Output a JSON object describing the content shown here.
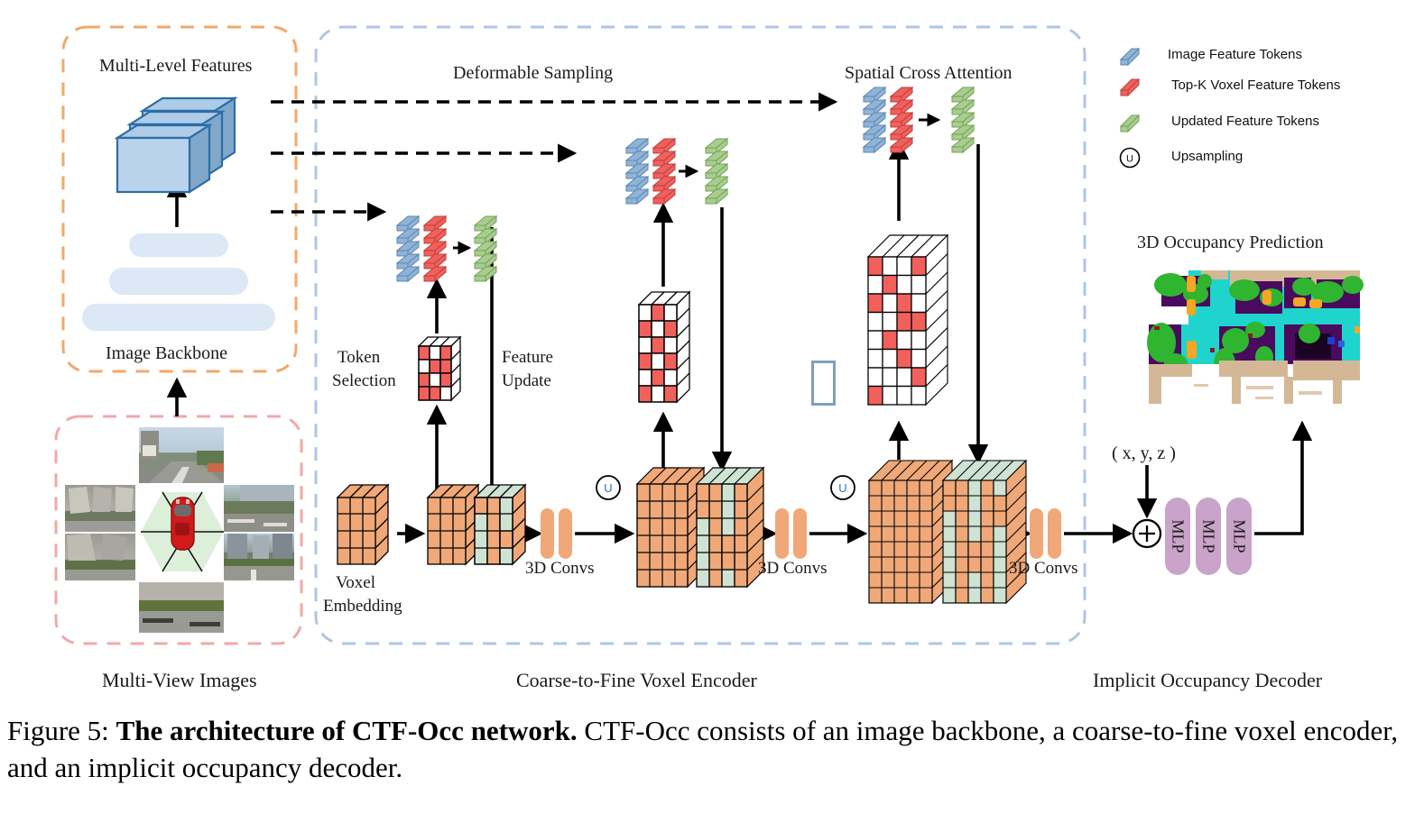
{
  "figure": {
    "number_label": "Figure 5:",
    "bold_title": "The architecture of CTF-Occ network.",
    "body": "CTF-Occ consists of an image backbone, a coarse-to-fine voxel encoder, and an implicit occupancy decoder."
  },
  "sections": {
    "multi_view_images": "Multi-View Images",
    "coarse_to_fine": "Coarse-to-Fine Voxel Encoder",
    "implicit_decoder": "Implicit Occupancy Decoder"
  },
  "labels": {
    "multi_level_features": "Multi-Level Features",
    "image_backbone": "Image Backbone",
    "deformable_sampling": "Deformable Sampling",
    "spatial_cross_attention": "Spatial Cross Attention",
    "token_selection_line1": "Token",
    "token_selection_line2": "Selection",
    "feature_update_line1": "Feature",
    "feature_update_line2": "Update",
    "voxel_embedding_line1": "Voxel",
    "voxel_embedding_line2": "Embedding",
    "conv_1": "3D Convs",
    "conv_2": "3D Convs",
    "conv_3": "3D Convs",
    "upsample_glyph_1": "U",
    "upsample_glyph_2": "U",
    "coordinate_input": "( x, y, z )",
    "sum_glyph": "+",
    "mlp_1": "MLP",
    "mlp_2": "MLP",
    "mlp_3": "MLP",
    "occupancy_prediction": "3D Occupancy Prediction"
  },
  "legend": {
    "items": [
      {
        "label": "Image Feature Tokens",
        "icon": "token-slab-blue",
        "color": "#8FB4D9"
      },
      {
        "label": "Top-K Voxel Feature Tokens",
        "icon": "token-slab-red",
        "color": "#F2605C"
      },
      {
        "label": "Updated Feature Tokens",
        "icon": "token-slab-green",
        "color": "#A8CE8F"
      },
      {
        "label": "Upsampling",
        "icon": "circle-u-icon",
        "color": "#000000"
      }
    ]
  },
  "colors": {
    "token_blue": "#8FB4D9",
    "token_red": "#F2605C",
    "token_green": "#A8CE8F",
    "voxel_orange": "#F0A878",
    "voxel_mint": "#CFE3D4",
    "mlp_purple": "#C9A3C9",
    "backbone_blue": "#DCE8F5",
    "feature_slab_blue": "#AECBE8",
    "dash_orange": "#F0A878",
    "dash_pink": "#F0A8A8",
    "dash_blue": "#AEC6E4",
    "occupancy_road": "#1FD4CC",
    "occupancy_building": "#4A0A5E",
    "occupancy_vegetation": "#2FB52F",
    "occupancy_sidewalk": "#D4B896",
    "occupancy_car": "#F5A623",
    "occupancy_empty": "#FFFFFF"
  }
}
